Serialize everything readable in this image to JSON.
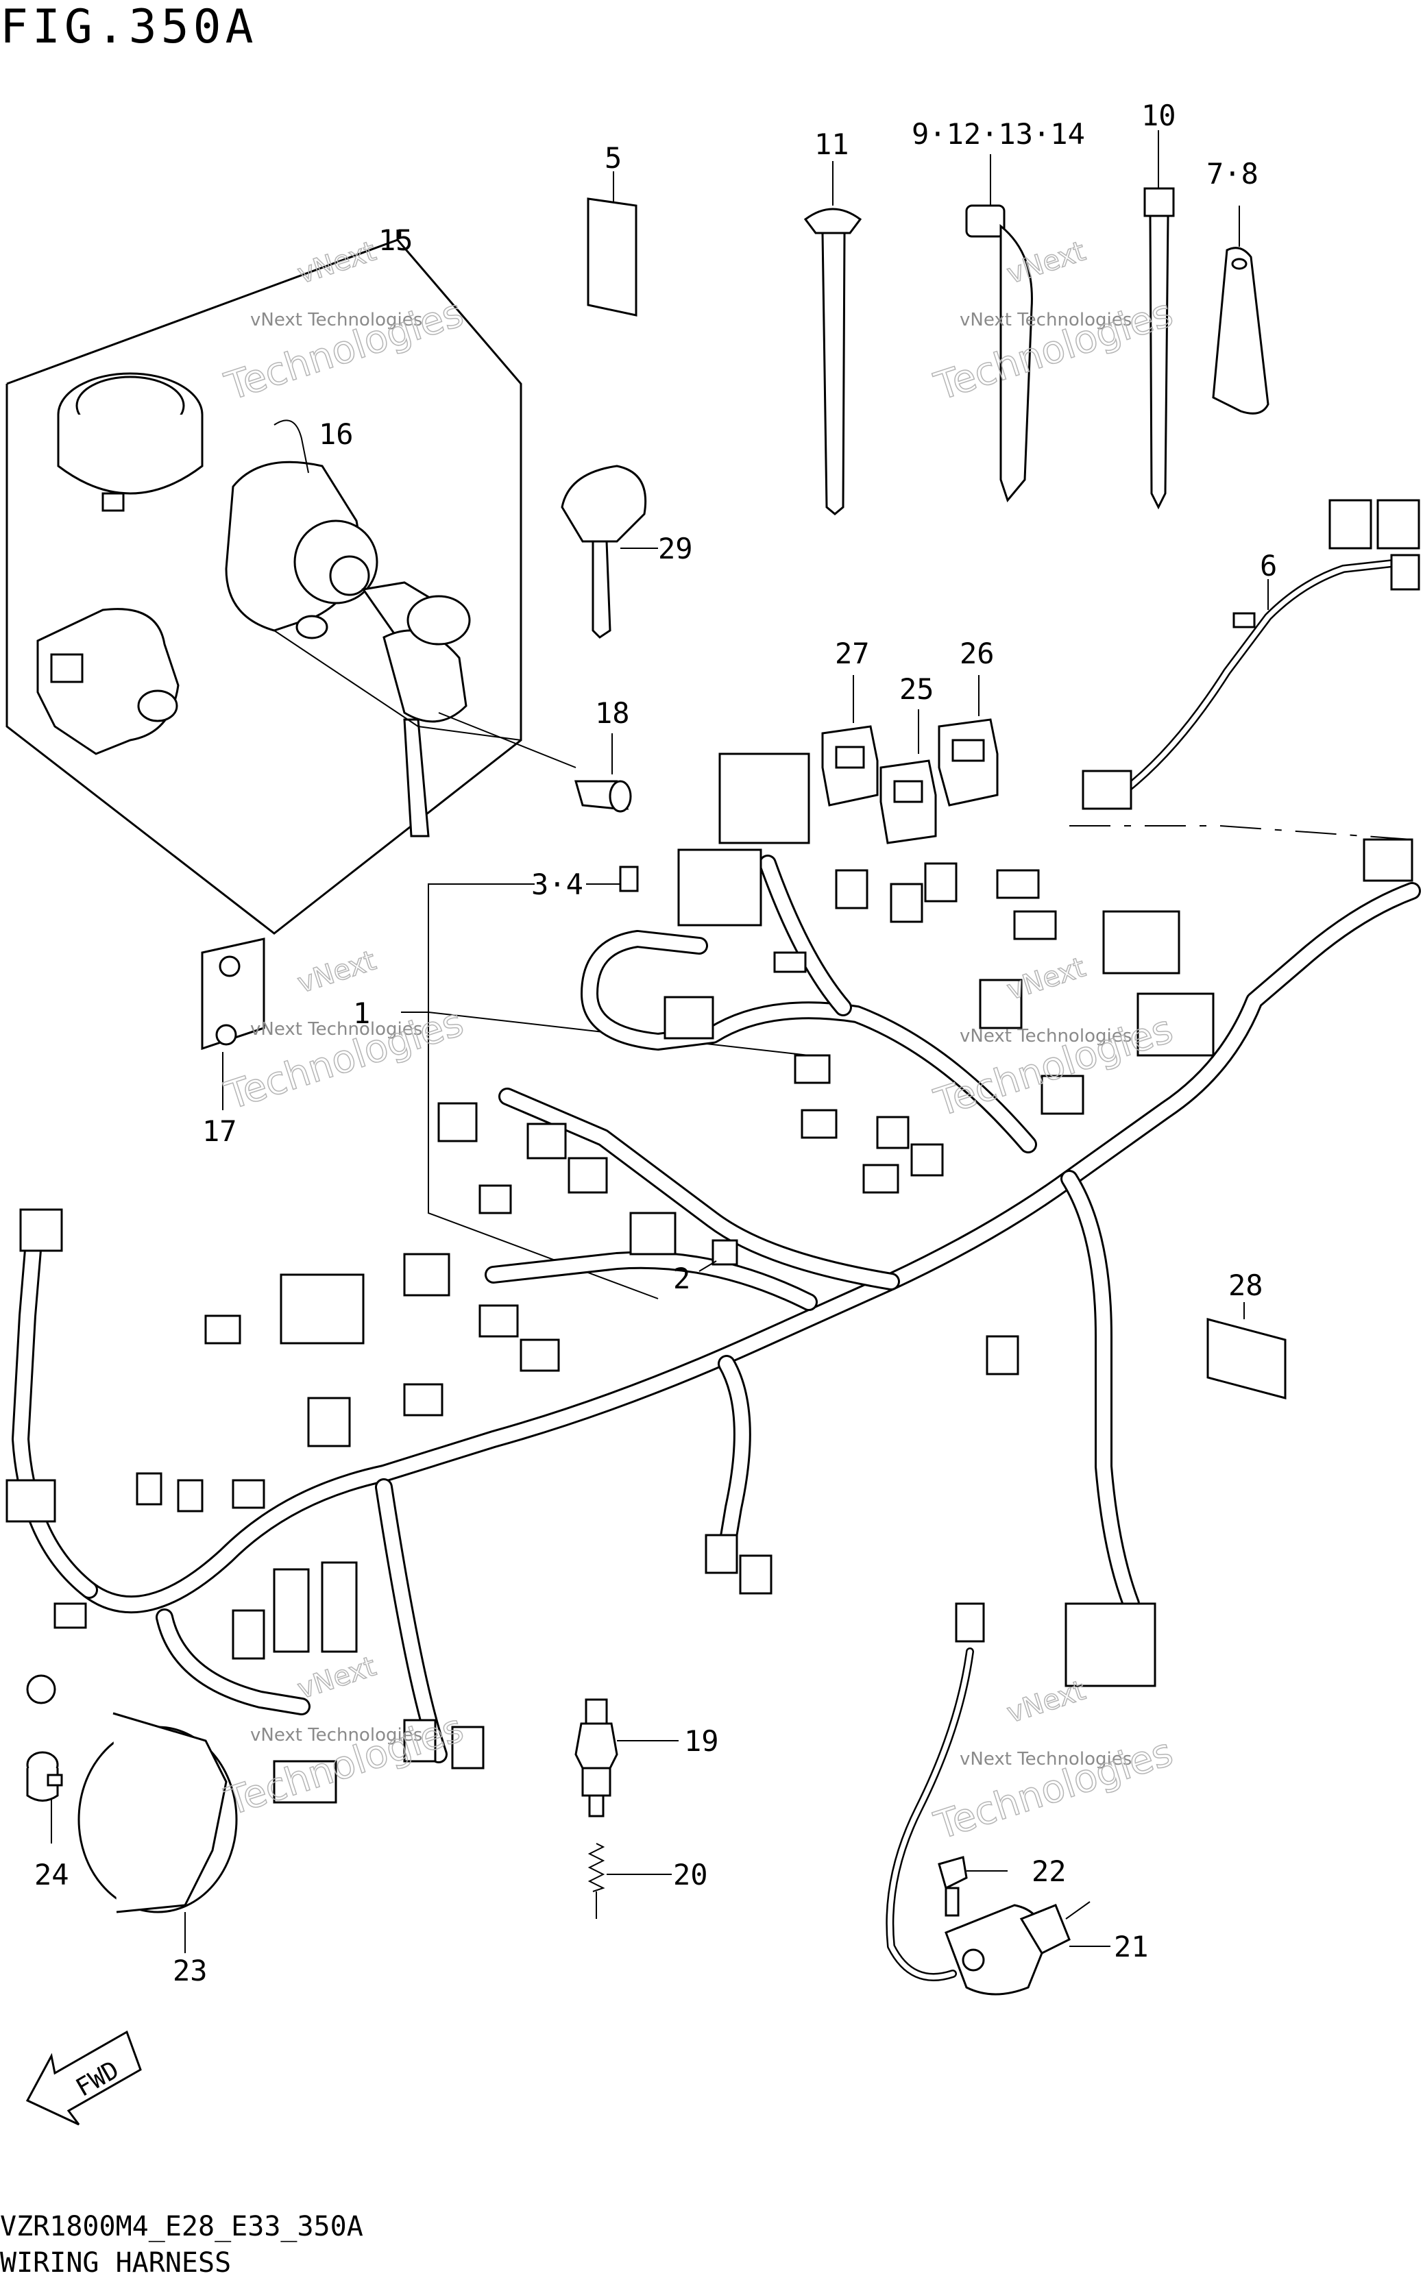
{
  "header": {
    "title": "FIG.350A"
  },
  "footer": {
    "code": "VZR1800M4_E28_E33_350A",
    "name": "WIRING HARNESS"
  },
  "watermark": {
    "line1": "vNext Technologies",
    "line2": "vNext",
    "line3": "Technologies"
  },
  "fwd_label": "FWD",
  "callouts": {
    "c1": "1",
    "c2": "2",
    "c3_4": "3·4",
    "c5": "5",
    "c6": "6",
    "c7_8": "7·8",
    "c9_14": "9·12·13·14",
    "c10": "10",
    "c11": "11",
    "c15": "15",
    "c16": "16",
    "c17": "17",
    "c18": "18",
    "c19": "19",
    "c20": "20",
    "c21": "21",
    "c22": "22",
    "c23": "23",
    "c24": "24",
    "c25": "25",
    "c26": "26",
    "c27": "27",
    "c28": "28",
    "c29": "29"
  }
}
